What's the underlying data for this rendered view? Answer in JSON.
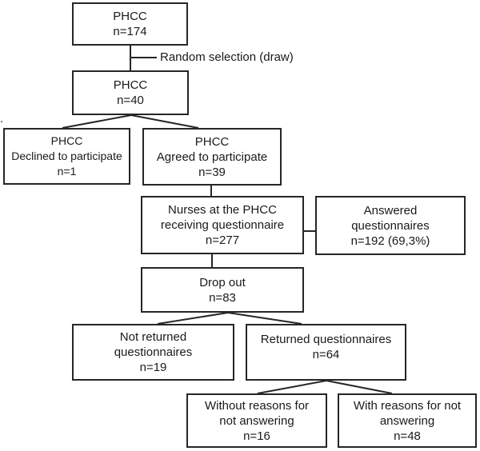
{
  "diagram": {
    "title_hint": "PHCC questionnaire recruitment flowchart",
    "colors": {
      "background": "#ffffff",
      "border": "#262626",
      "text": "#1a1a1a"
    },
    "boxes": {
      "phcc_total": {
        "l1": "PHCC",
        "l2": "n=174"
      },
      "phcc_selected": {
        "l1": "PHCC",
        "l2": "n=40"
      },
      "declined": {
        "l1": "PHCC",
        "l2": "Declined to participate",
        "l3": "n=1"
      },
      "agreed": {
        "l1": "PHCC",
        "l2": "Agreed to participate",
        "l3": "n=39"
      },
      "nurses": {
        "l1": "Nurses at the PHCC",
        "l2": "receiving questionnaire",
        "l3": "n=277"
      },
      "answered": {
        "l1": "Answered",
        "l2": "questionnaires",
        "l3": "n=192 (69,3%)"
      },
      "dropout": {
        "l1": "Drop out",
        "l2": "n=83"
      },
      "not_returned": {
        "l1": "Not returned",
        "l2": "questionnaires",
        "l3": "n=19"
      },
      "returned": {
        "l1": "Returned questionnaires",
        "l2": "n=64"
      },
      "without_reasons": {
        "l1": "Without reasons for",
        "l2": "not answering",
        "l3": "n=16"
      },
      "with_reasons": {
        "l1": "With reasons for not",
        "l2": "answering",
        "l3": "n=48"
      }
    },
    "annotations": {
      "random_selection": "Random selection (draw)",
      "stray_mark": "."
    }
  }
}
